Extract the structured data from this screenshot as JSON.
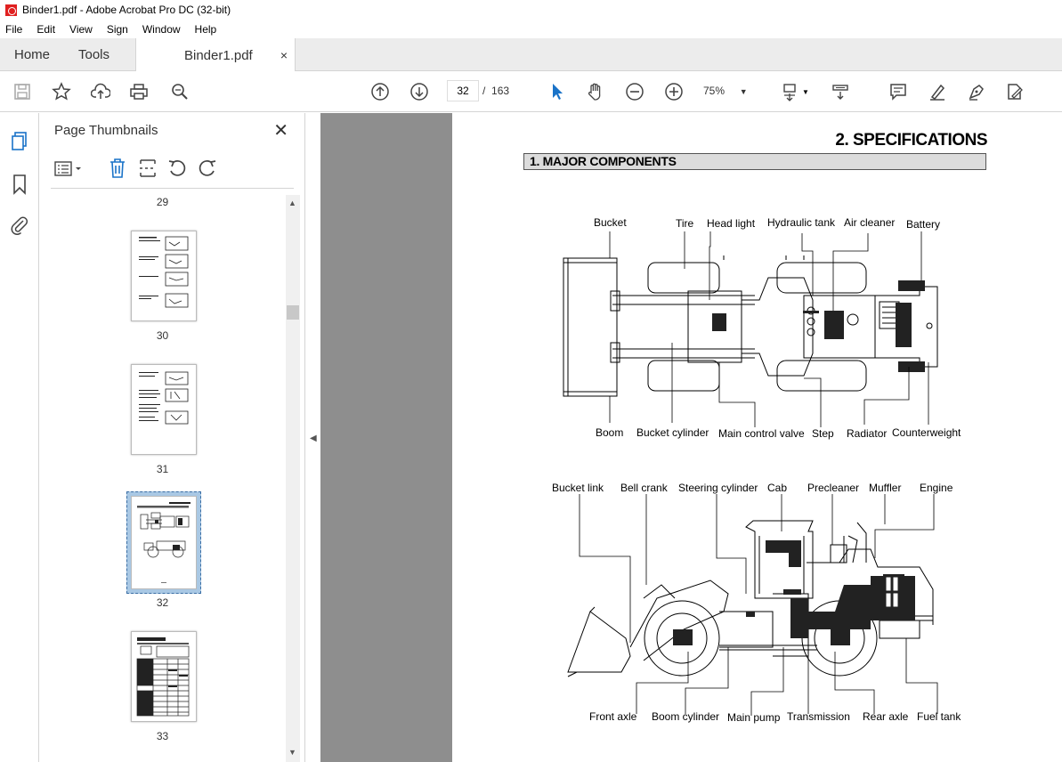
{
  "window": {
    "title": "Binder1.pdf - Adobe Acrobat Pro DC (32-bit)"
  },
  "menu": [
    "File",
    "Edit",
    "View",
    "Sign",
    "Window",
    "Help"
  ],
  "tabs": {
    "home": "Home",
    "tools": "Tools",
    "doc": "Binder1.pdf",
    "close": "×"
  },
  "toolbar": {
    "page_current": "32",
    "page_separator": "/",
    "page_total": "163",
    "zoom": "75%"
  },
  "panel": {
    "title": "Page Thumbnails",
    "close": "✕",
    "thumbnails": [
      {
        "label": "29"
      },
      {
        "label": "30"
      },
      {
        "label": "31"
      },
      {
        "label": "32",
        "selected": true
      },
      {
        "label": "33"
      }
    ]
  },
  "document": {
    "heading": "2. SPECIFICATIONS",
    "section": "1. MAJOR COMPONENTS",
    "top_view_labels": {
      "bucket": "Bucket",
      "tire": "Tire",
      "head_light": "Head light",
      "hydraulic_tank": "Hydraulic tank",
      "air_cleaner": "Air cleaner",
      "battery": "Battery",
      "boom": "Boom",
      "bucket_cylinder": "Bucket cylinder",
      "main_control_valve": "Main control valve",
      "step": "Step",
      "radiator": "Radiator",
      "counterweight": "Counterweight"
    },
    "side_view_labels": {
      "bucket_link": "Bucket link",
      "bell_crank": "Bell crank",
      "steering_cylinder": "Steering cylinder",
      "cab": "Cab",
      "precleaner": "Precleaner",
      "muffler": "Muffler",
      "engine": "Engine",
      "front_axle": "Front axle",
      "boom_cylinder": "Boom cylinder",
      "main_pump": "Main pump",
      "transmission": "Transmission",
      "rear_axle": "Rear axle",
      "fuel_tank": "Fuel tank"
    }
  },
  "colors": {
    "accent": "#1a73c8",
    "canvas": "#8e8e8e",
    "tabbar": "#ececec",
    "pdf_red": "#e02020"
  }
}
